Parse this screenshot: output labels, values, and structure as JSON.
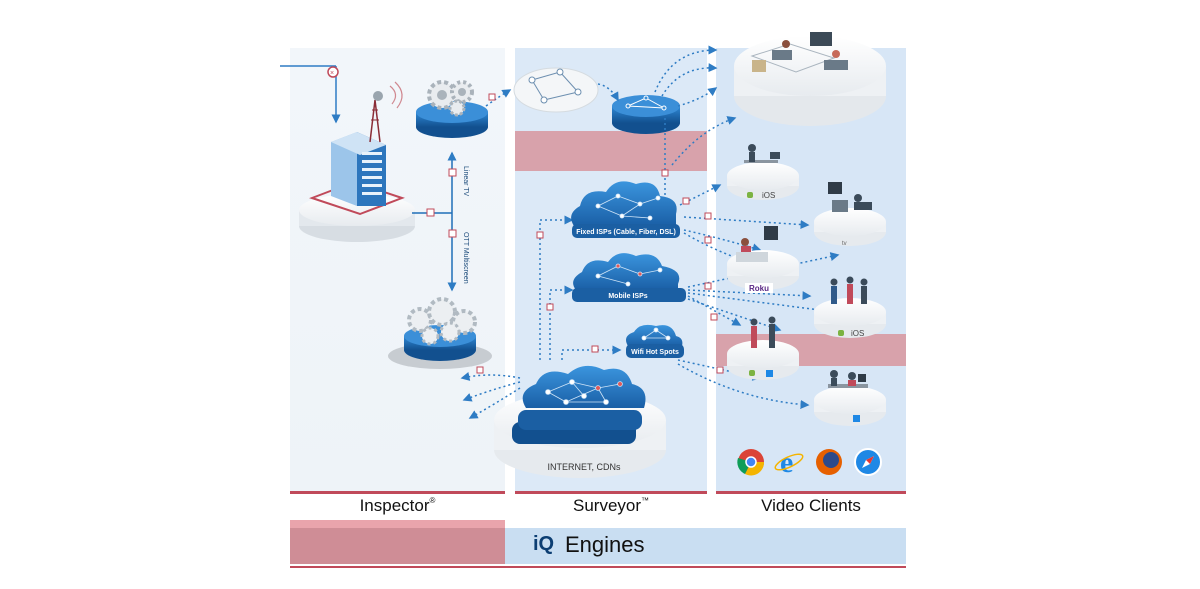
{
  "columns": {
    "inspector": "Inspector",
    "inspector_mark": "®",
    "surveyor": "Surveyor",
    "surveyor_mark": "™",
    "clients": "Video Clients"
  },
  "engines": {
    "logo": "iQ",
    "label": "Engines"
  },
  "inspector_labels": {
    "linear_tv": "Linear TV",
    "ott": "OTT Multiscreen"
  },
  "clouds": {
    "fixed": "Fixed ISPs (Cable, Fiber, DSL)",
    "mobile": "Mobile ISPs",
    "wifi": "Wifi Hot Spots",
    "internet": "INTERNET, CDNs"
  },
  "client_platforms": {
    "ios": "iOS",
    "roku": "Roku"
  },
  "icons": [
    "satellite-headend-icon",
    "gear-icon",
    "network-node-icon",
    "cloud-icon",
    "chrome-icon",
    "ie-icon",
    "firefox-icon",
    "safari-icon",
    "android-icon",
    "windows-icon",
    "apple-tv-icon"
  ],
  "colors": {
    "accent_red": "#c04a5a",
    "band_red": "#d8a2ab",
    "blue_dark": "#1f6fb8",
    "blue_light": "#dce9f7"
  }
}
